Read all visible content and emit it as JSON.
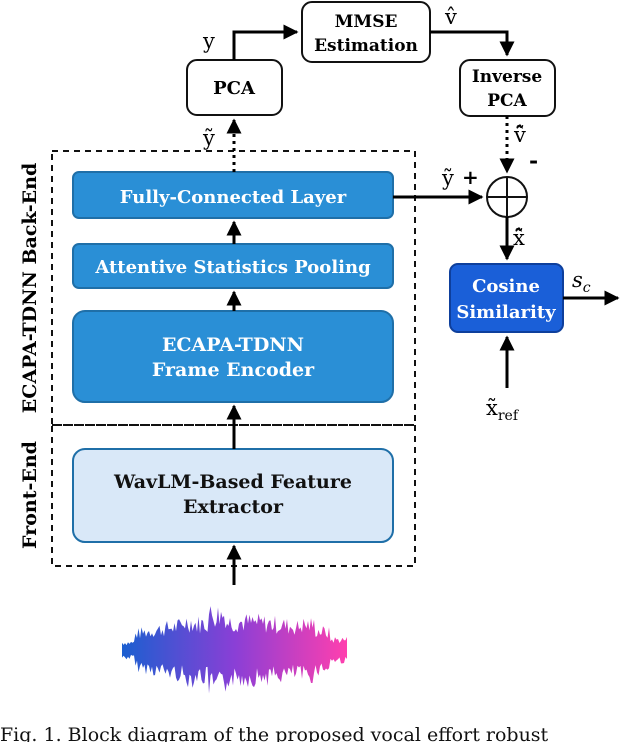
{
  "colors": {
    "blue_block": "#2a8fd6",
    "blue_block_border": "#1f6fa8",
    "cosine_block": "#1a5fd8",
    "cosine_block_border": "#0e3f9c",
    "feature_block": "#d9e8f8",
    "feature_block_border": "#1f6fa8",
    "wave_start": "#1b5fd0",
    "wave_mid": "#8a3fd6",
    "wave_end": "#ff3fae"
  },
  "blocks": {
    "mmse_line1": "MMSE",
    "mmse_line2": "Estimation",
    "pca": "PCA",
    "inverse_pca_line1": "Inverse",
    "inverse_pca_line2": "PCA",
    "fully_connected": "Fully-Connected Layer",
    "attentive_pooling": "Attentive Statistics Pooling",
    "ecapa_line1": "ECAPA-TDNN",
    "ecapa_line2": "Frame Encoder",
    "wavlm_line1": "WavLM-Based Feature",
    "wavlm_line2": "Extractor",
    "cosine_line1": "Cosine",
    "cosine_line2": "Similarity"
  },
  "section_labels": {
    "backend": "ECAPA-TDNN Back-End",
    "frontend": "Front-End"
  },
  "symbols": {
    "y": "y",
    "y_tilde": "ỹ",
    "v_hat": "v̂",
    "v_hat_tilde": "v̂̃",
    "x_hat_tilde": "x̂̃",
    "x_tilde": "x̃",
    "ref_subscript": "ref",
    "s": "s",
    "c_subscript": "c",
    "plus": "+",
    "minus": "-"
  },
  "caption": "Fig. 1.   Block diagram of the proposed vocal effort robust"
}
